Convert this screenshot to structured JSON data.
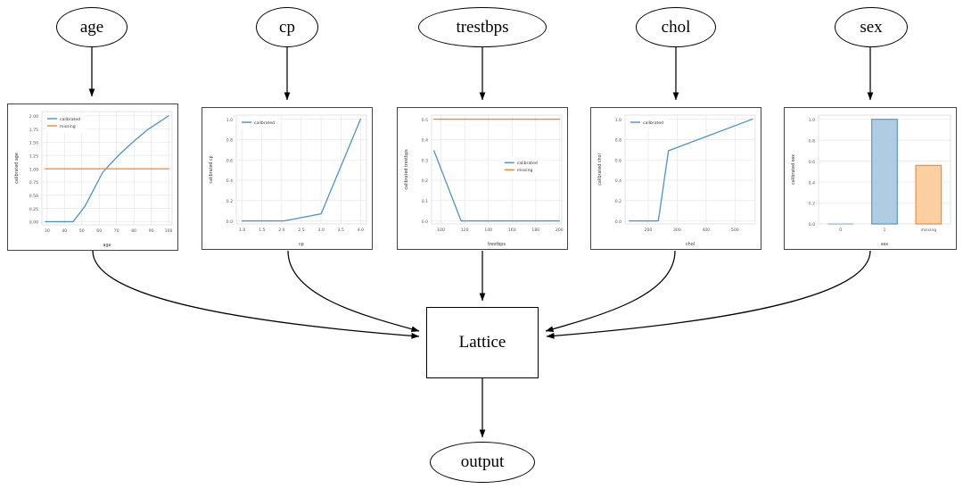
{
  "graph": {
    "input_nodes": [
      {
        "id": "age",
        "label": "age"
      },
      {
        "id": "cp",
        "label": "cp"
      },
      {
        "id": "trestbps",
        "label": "trestbps"
      },
      {
        "id": "chol",
        "label": "chol"
      },
      {
        "id": "sex",
        "label": "sex"
      }
    ],
    "lattice_label": "Lattice",
    "output_label": "output"
  },
  "chart_data": [
    {
      "id": "age",
      "type": "line",
      "title": "",
      "xlabel": "age",
      "ylabel": "calibrated age",
      "xlim": [
        27,
        102
      ],
      "ylim": [
        -0.06,
        2.08
      ],
      "xticks": [
        30,
        40,
        50,
        60,
        70,
        80,
        90,
        100
      ],
      "yticks": [
        0.0,
        0.25,
        0.5,
        0.75,
        1.0,
        1.25,
        1.5,
        1.75,
        2.0
      ],
      "ytick_labels": [
        "0.00",
        "0.25",
        "0.50",
        "0.75",
        "1.00",
        "1.25",
        "1.50",
        "1.75",
        "2.00"
      ],
      "xtick_labels": [
        "30",
        "40",
        "50",
        "60",
        "70",
        "80",
        "90",
        "100"
      ],
      "grid": true,
      "legend": [
        "calibrated",
        "missing"
      ],
      "legend_position": "upper left",
      "series": [
        {
          "name": "calibrated",
          "color": "#4c92c3",
          "x": [
            29,
            45,
            52,
            57,
            62,
            65,
            72,
            80,
            88,
            100
          ],
          "y": [
            0.0,
            0.0,
            0.3,
            0.62,
            0.93,
            1.04,
            1.28,
            1.52,
            1.74,
            2.0
          ]
        },
        {
          "name": "missing",
          "color": "#f08633",
          "x": [
            29,
            100
          ],
          "y": [
            1.0,
            1.0
          ]
        }
      ]
    },
    {
      "id": "cp",
      "type": "line",
      "title": "",
      "xlabel": "cp",
      "ylabel": "calibrated cp",
      "xlim": [
        0.85,
        4.15
      ],
      "ylim": [
        -0.03,
        1.04
      ],
      "xticks": [
        1.0,
        1.5,
        2.0,
        2.5,
        3.0,
        3.5,
        4.0
      ],
      "xtick_labels": [
        "1.0",
        "1.5",
        "2.0",
        "2.5",
        "3.0",
        "3.5",
        "4.0"
      ],
      "yticks": [
        0.0,
        0.2,
        0.4,
        0.6,
        0.8,
        1.0
      ],
      "ytick_labels": [
        "0.0",
        "0.2",
        "0.4",
        "0.6",
        "0.8",
        "1.0"
      ],
      "grid": true,
      "legend": [
        "calibrated"
      ],
      "legend_position": "upper left",
      "series": [
        {
          "name": "calibrated",
          "color": "#4c92c3",
          "x": [
            1.0,
            2.05,
            3.0,
            4.0
          ],
          "y": [
            0.0,
            0.0,
            0.07,
            1.0
          ]
        }
      ]
    },
    {
      "id": "trestbps",
      "type": "line",
      "title": "",
      "xlabel": "trestbps",
      "ylabel": "calibrated trestbps",
      "xlim": [
        92,
        202
      ],
      "ylim": [
        -0.015,
        0.52
      ],
      "xticks": [
        100,
        120,
        140,
        160,
        180,
        200
      ],
      "xtick_labels": [
        "100",
        "120",
        "140",
        "160",
        "180",
        "200"
      ],
      "yticks": [
        0.0,
        0.1,
        0.2,
        0.3,
        0.4,
        0.5
      ],
      "ytick_labels": [
        "0.0",
        "0.1",
        "0.2",
        "0.3",
        "0.4",
        "0.5"
      ],
      "grid": true,
      "legend": [
        "calibrated",
        "missing"
      ],
      "legend_position": "center right",
      "series": [
        {
          "name": "calibrated",
          "color": "#4c92c3",
          "x": [
            94,
            117,
            200
          ],
          "y": [
            0.345,
            0.0,
            0.0
          ]
        },
        {
          "name": "missing",
          "color": "#f08633",
          "x": [
            94,
            200
          ],
          "y": [
            0.5,
            0.5
          ]
        }
      ]
    },
    {
      "id": "chol",
      "type": "line",
      "title": "",
      "xlabel": "chol",
      "ylabel": "calibrated chol",
      "xlim": [
        120,
        570
      ],
      "ylim": [
        -0.03,
        1.04
      ],
      "xticks": [
        200,
        300,
        400,
        500
      ],
      "xtick_labels": [
        "200",
        "300",
        "400",
        "500"
      ],
      "yticks": [
        0.0,
        0.2,
        0.4,
        0.6,
        0.8,
        1.0
      ],
      "ytick_labels": [
        "0.0",
        "0.2",
        "0.4",
        "0.6",
        "0.8",
        "1.0"
      ],
      "grid": true,
      "legend": [
        "calibrated"
      ],
      "legend_position": "upper left",
      "series": [
        {
          "name": "calibrated",
          "color": "#4c92c3",
          "x": [
            135,
            235,
            270,
            560
          ],
          "y": [
            0.0,
            0.0,
            0.69,
            1.0
          ]
        }
      ]
    },
    {
      "id": "sex",
      "type": "bar",
      "title": "",
      "xlabel": "sex",
      "ylabel": "calibrated sex",
      "categories": [
        "0",
        "1",
        "missing"
      ],
      "values": [
        0.0,
        1.0,
        0.56
      ],
      "bar_colors": [
        "#aecde3",
        "#aecde3",
        "#fbcfa0"
      ],
      "bar_edge_colors": [
        "#4c92c3",
        "#4c92c3",
        "#f08633"
      ],
      "ylim": [
        0.0,
        1.04
      ],
      "yticks": [
        0.0,
        0.2,
        0.4,
        0.6,
        0.8,
        1.0
      ],
      "ytick_labels": [
        "0.0",
        "0.2",
        "0.4",
        "0.6",
        "0.8",
        "1.0"
      ],
      "grid": true,
      "legend": []
    }
  ],
  "style": {
    "line_blue": "#4c92c3",
    "line_orange": "#f08633",
    "fill_blue": "#aecde3",
    "fill_orange": "#fbcfa0",
    "grid_color": "#e6e6e6",
    "axis_text": "#555555",
    "edge_color": "#000000"
  }
}
